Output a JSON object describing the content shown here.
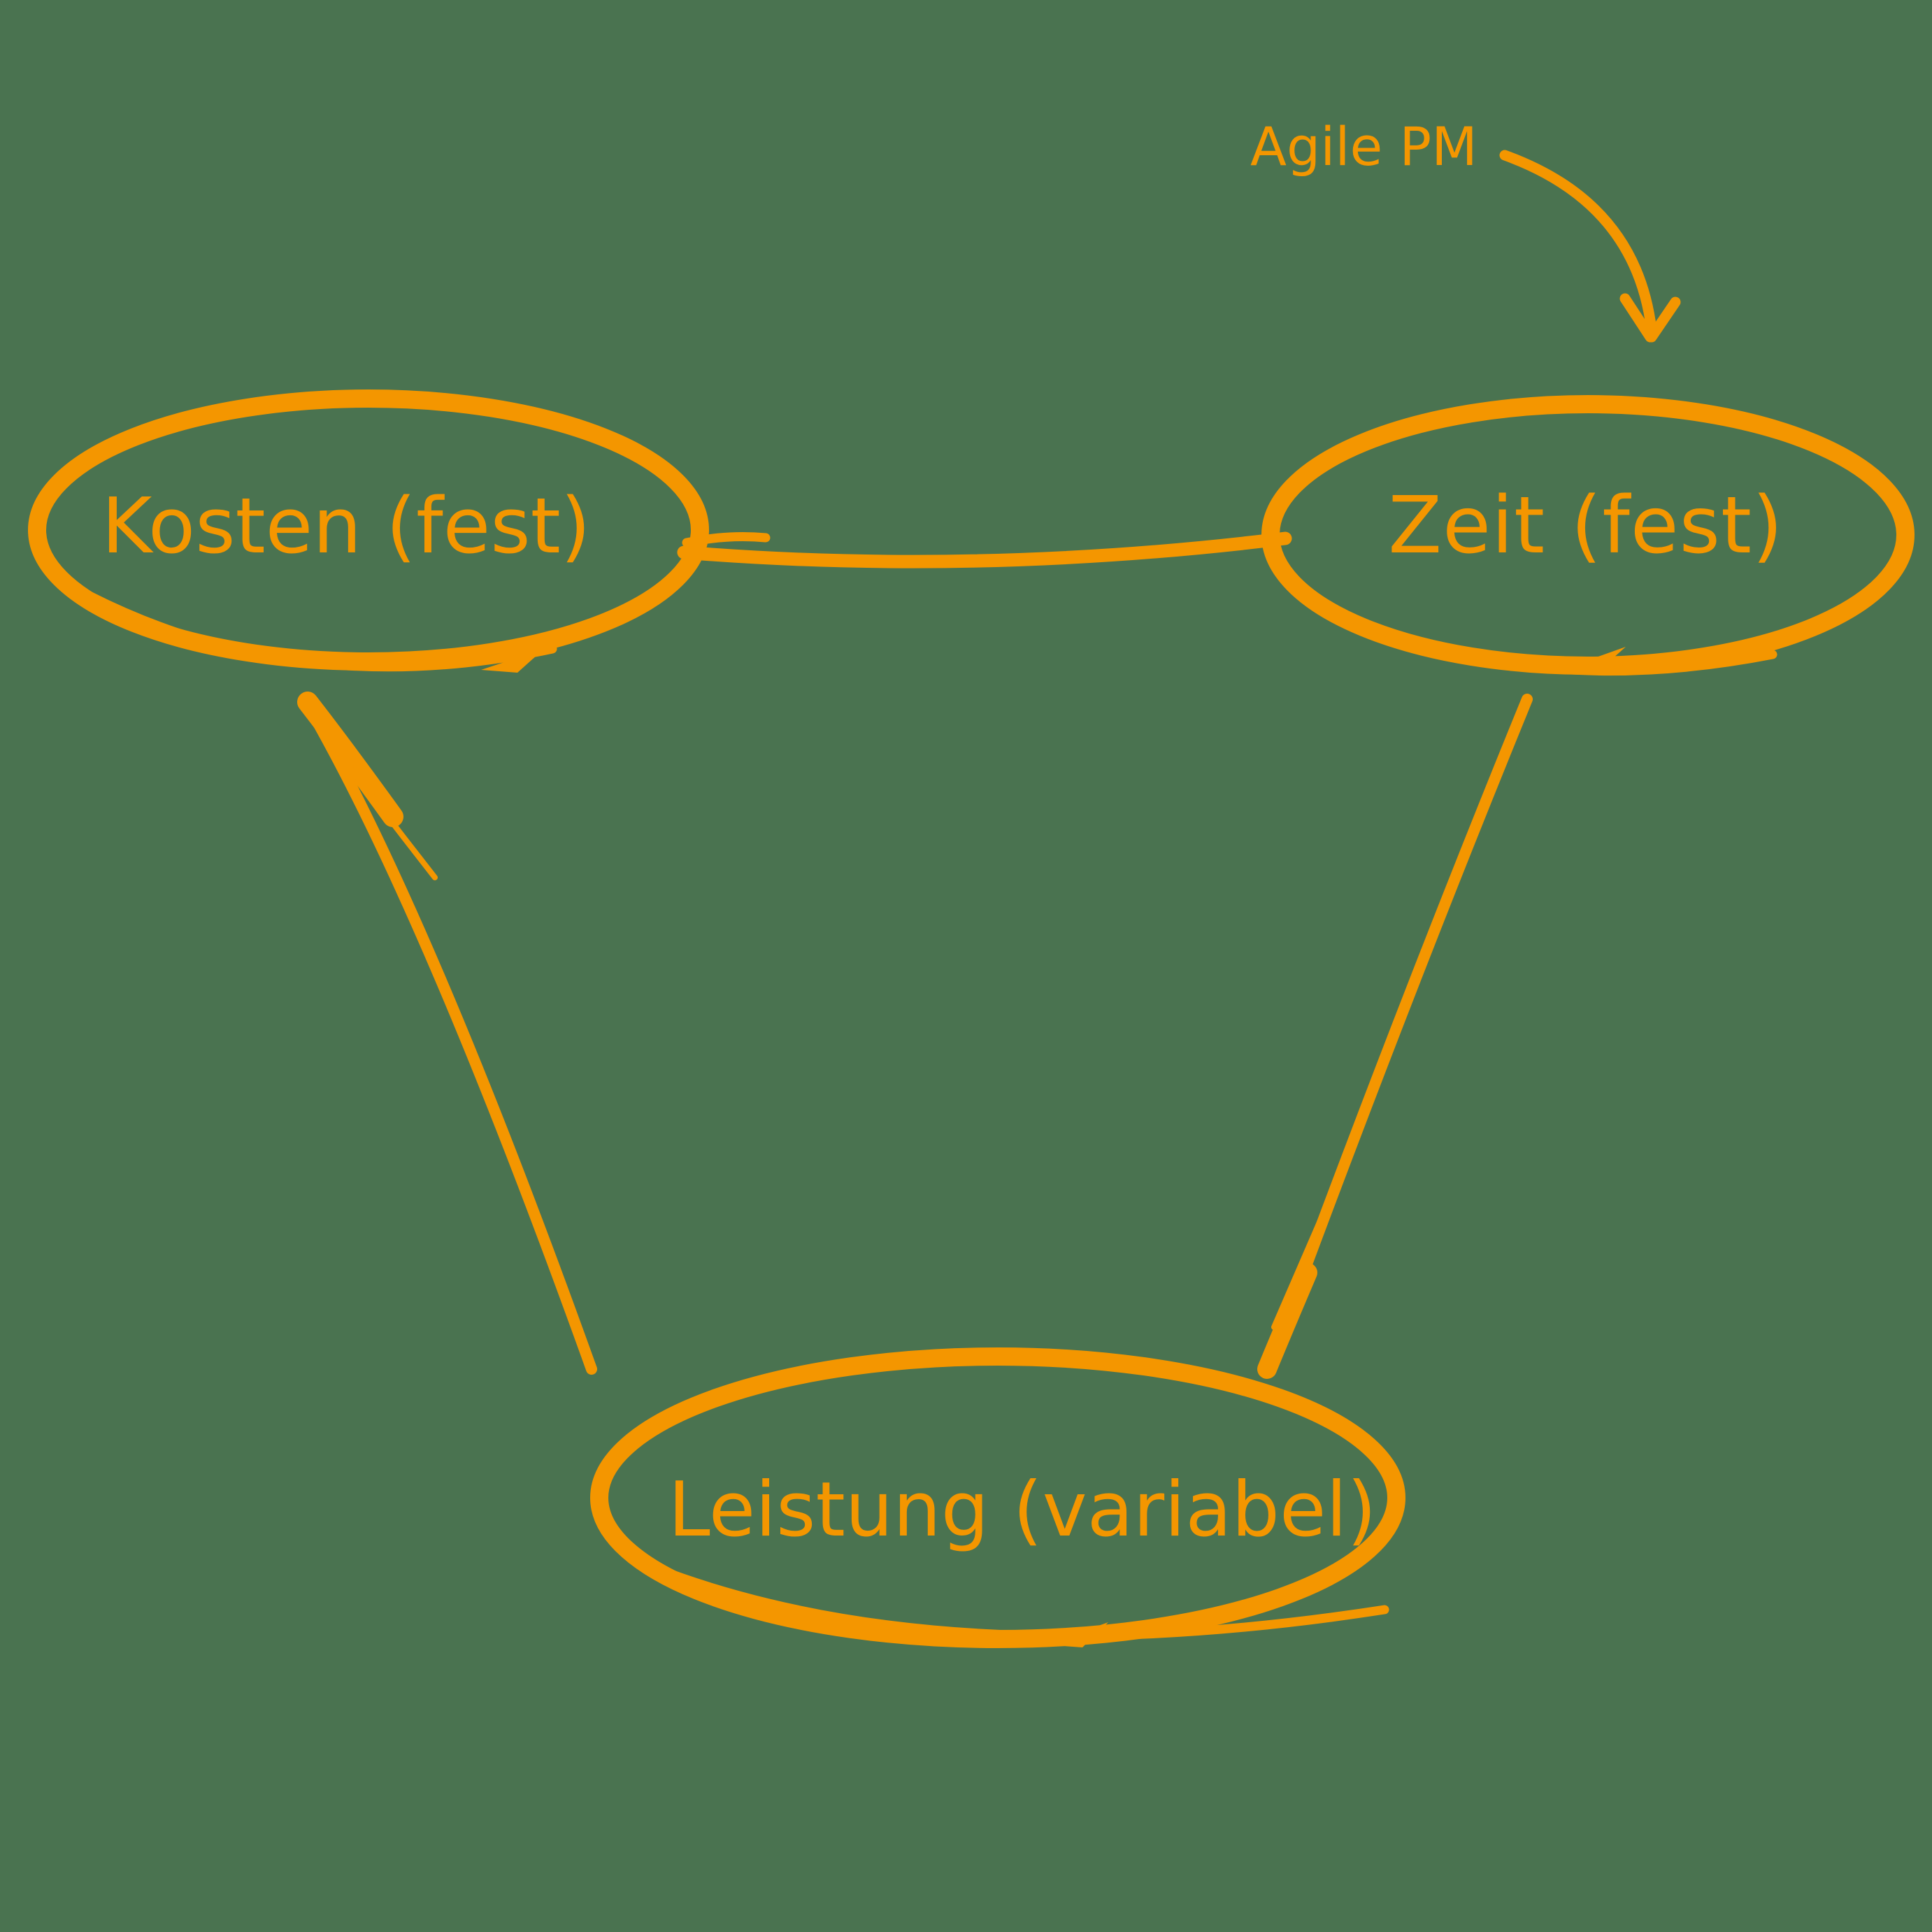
{
  "colors": {
    "ink_orange": "#F49600",
    "background_green": "#4A7350"
  },
  "diagram": {
    "annotation": {
      "label": "Agile PM",
      "target": "zeit"
    },
    "nodes": [
      {
        "id": "kosten",
        "label": "Kosten (fest)"
      },
      {
        "id": "zeit",
        "label": "Zeit (fest)"
      },
      {
        "id": "leistung",
        "label": "Leistung (variabel)"
      }
    ],
    "edges": [
      {
        "from": "kosten",
        "to": "zeit"
      },
      {
        "from": "kosten",
        "to": "leistung"
      },
      {
        "from": "zeit",
        "to": "leistung"
      }
    ]
  }
}
